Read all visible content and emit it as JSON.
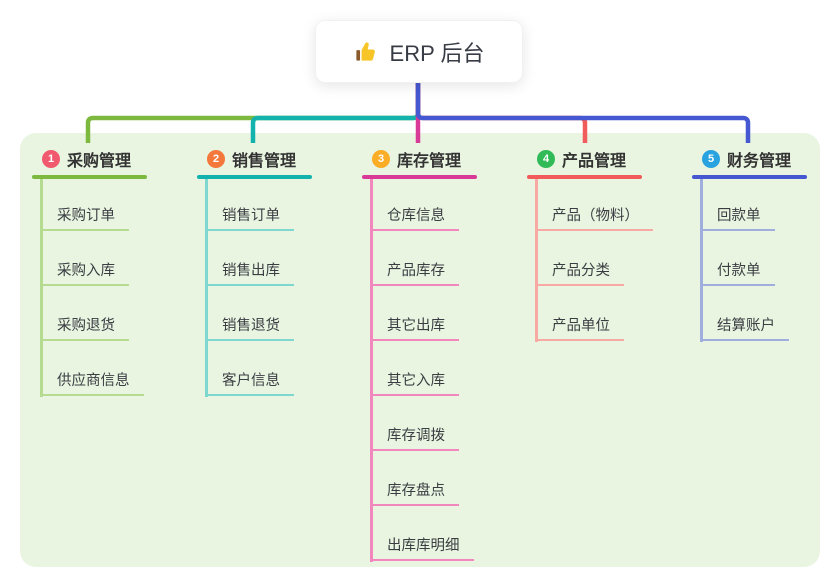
{
  "root": {
    "title": "ERP 后台",
    "icon": "thumbs-up-icon"
  },
  "branches": [
    {
      "badge": "1",
      "label": "采购管理",
      "badge_color": "#F0596E",
      "line_color": "#7CB93E",
      "light_color": "#B5DB90",
      "children": [
        "采购订单",
        "采购入库",
        "采购退货",
        "供应商信息"
      ]
    },
    {
      "badge": "2",
      "label": "销售管理",
      "badge_color": "#F4783B",
      "line_color": "#13B2AC",
      "light_color": "#7FD8D0",
      "children": [
        "销售订单",
        "销售出库",
        "销售退货",
        "客户信息"
      ]
    },
    {
      "badge": "3",
      "label": "库存管理",
      "badge_color": "#FBAD26",
      "line_color": "#D93A97",
      "light_color": "#F287BE",
      "children": [
        "仓库信息",
        "产品库存",
        "其它出库",
        "其它入库",
        "库存调拨",
        "库存盘点",
        "出库库明细"
      ]
    },
    {
      "badge": "4",
      "label": "产品管理",
      "badge_color": "#31BB58",
      "line_color": "#F25B5C",
      "light_color": "#F8A9A4",
      "children": [
        "产品（物料）",
        "产品分类",
        "产品单位"
      ]
    },
    {
      "badge": "5",
      "label": "财务管理",
      "badge_color": "#29A2E0",
      "line_color": "#4558D2",
      "light_color": "#9FAEDC",
      "children": [
        "回款单",
        "付款单",
        "结算账户"
      ]
    }
  ],
  "colors": {
    "panel_bg": "#E9F5E1",
    "text": "#333333"
  }
}
